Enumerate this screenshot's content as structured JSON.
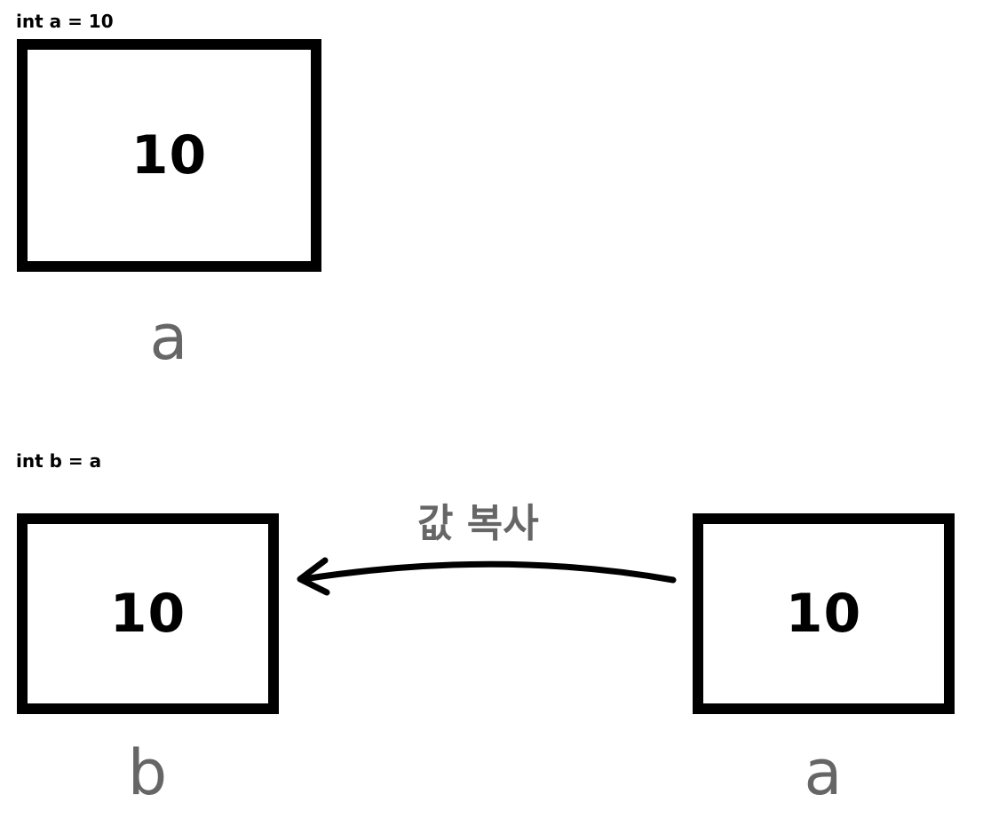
{
  "section1": {
    "code": "int a = 10",
    "box_value": "10",
    "var_name": "a"
  },
  "section2": {
    "code": "int b = a",
    "target": {
      "box_value": "10",
      "var_name": "b"
    },
    "source": {
      "box_value": "10",
      "var_name": "a"
    },
    "arrow_label": "값 복사"
  }
}
